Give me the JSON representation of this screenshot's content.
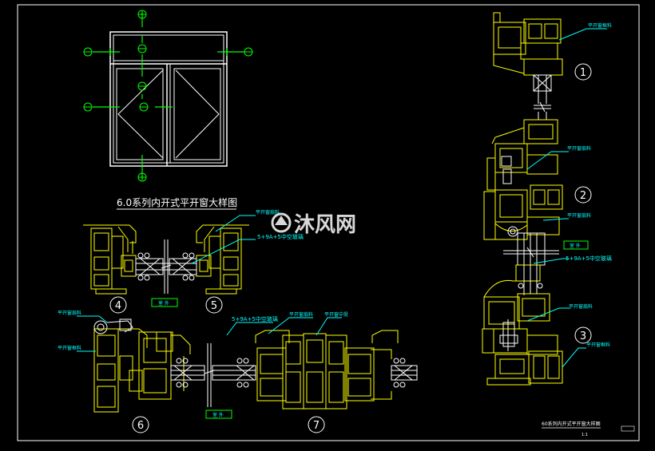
{
  "colors": {
    "background": "#000000",
    "profile": "#ffff00",
    "frame": "#ffffff",
    "axis": "#00ff00",
    "leader": "#00ffff",
    "label": "#00ffff"
  },
  "title_main": "6.0系列内开式平开窗大样图",
  "title_sheet": "60系列内开式平开窗大样图",
  "scale": "1:1",
  "watermark": "沐风网",
  "axis_marks": [
    "",
    ""
  ],
  "section_numbers": {
    "s1": "1",
    "s2": "2",
    "s3": "3",
    "s4": "4",
    "s5": "5",
    "s6": "6",
    "s7": "7"
  },
  "labels": {
    "right_1": "平开窗框料",
    "right_2": "平开窗扇料",
    "right_3": "平开窗扇料",
    "right_4": "5+9A+5中空玻璃",
    "right_5": "平开窗扇料",
    "right_6": "平开窗框料",
    "center_1": "平开窗扇料",
    "center_2": "5+9A+5中空玻璃",
    "left_1": "平开窗扇料",
    "left_2": "平开窗框料",
    "bottom_1": "5+9A+5中空玻璃",
    "bottom_2": "平开窗扇料",
    "bottom_3": "平开窗中挺"
  },
  "tags": {
    "tag_45": "室 外",
    "tag_67": "室 外",
    "tag_right": "室 外"
  }
}
